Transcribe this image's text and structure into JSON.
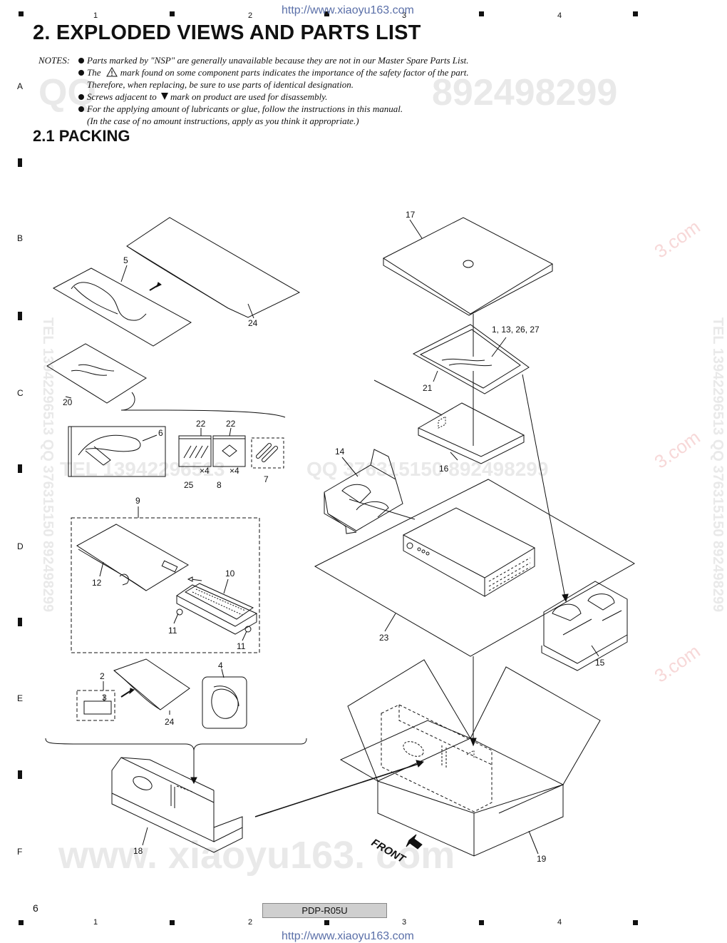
{
  "header": {
    "url": "http://www.xiaoyu163.com",
    "columns": [
      "1",
      "2",
      "3",
      "4"
    ]
  },
  "rows": [
    "A",
    "B",
    "C",
    "D",
    "E",
    "F"
  ],
  "title": "2. EXPLODED VIEWS AND PARTS LIST",
  "notes": {
    "lead": "NOTES:",
    "lines": [
      "Parts marked by \"NSP\" are generally unavailable because they are not in our Master Spare Parts List.",
      "The",
      "mark found on some component parts indicates the importance of the safety factor of the part.",
      "Therefore, when replacing, be sure to use parts of identical designation.",
      "Screws adjacent to",
      "mark on product are used for disassembly.",
      "For the applying amount of lubricants or glue, follow the instructions in this manual.",
      "(In the case of no amount instructions, apply as you think it appropriate.)"
    ]
  },
  "section": "2.1  PACKING",
  "watermarks": {
    "qq_left": "QQ",
    "qq_right": "892498299",
    "tel_mid": "TEL 13942296513",
    "tel_mid2": "QQ 376315150 892498299",
    "www": "www. xiaoyu163. com",
    "vertical_left": "TEL 13942296513 QQ 376315150 892498299",
    "vertical_right": "TEL 13942296513 QQ 376315150 892498299",
    "red": "3.com"
  },
  "callouts": {
    "c17": "17",
    "c5": "5",
    "c24a": "24",
    "c1": "1, 13, 26, 27",
    "c20": "20",
    "c21": "21",
    "c6": "6",
    "c22a": "22",
    "c22b": "22",
    "c14": "14",
    "c16": "16",
    "x4a": "×4",
    "x4b": "×4",
    "c25": "25",
    "c8": "8",
    "c7": "7",
    "c9": "9",
    "c10": "10",
    "c12": "12",
    "c11a": "11",
    "c11b": "11",
    "c23": "23",
    "c15": "15",
    "c2": "2",
    "c3": "3",
    "c4": "4",
    "c24b": "24",
    "c18": "18",
    "c19": "19",
    "front": "FRONT"
  },
  "footer": {
    "page": "6",
    "model": "PDP-R05U"
  }
}
